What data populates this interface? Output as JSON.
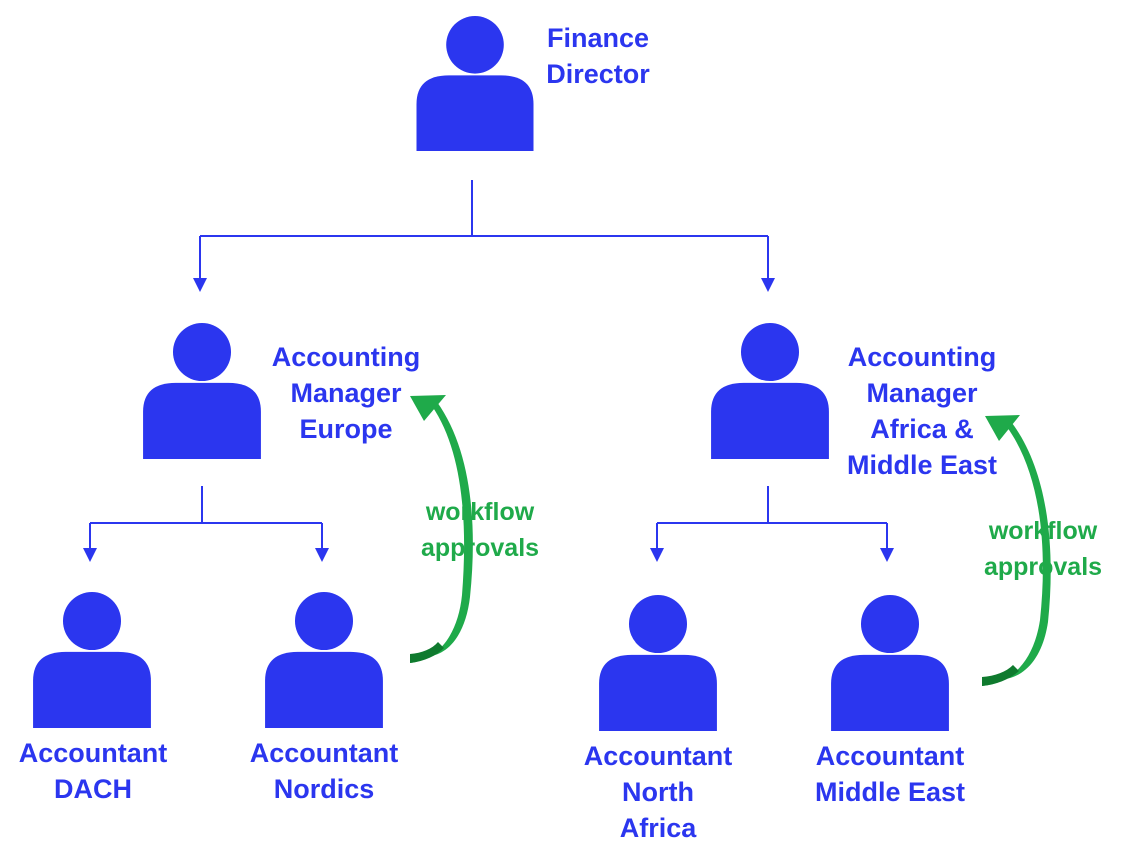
{
  "colors": {
    "primary": "#2b36ef",
    "approval": "#1faa4a",
    "approval_dark": "#0f7a2e",
    "background": "#ffffff"
  },
  "icons": {
    "person": "person-icon"
  },
  "nodes": {
    "finance_director": {
      "line1": "Finance",
      "line2": "Director"
    },
    "manager_europe": {
      "line1": "Accounting",
      "line2": "Manager",
      "line3": "Europe"
    },
    "manager_africa_me": {
      "line1": "Accounting",
      "line2": "Manager",
      "line3": "Africa &",
      "line4": "Middle East"
    },
    "accountant_dach": {
      "line1": "Accountant",
      "line2": "DACH"
    },
    "accountant_nordics": {
      "line1": "Accountant",
      "line2": "Nordics"
    },
    "accountant_north_africa": {
      "line1": "Accountant",
      "line2": "North",
      "line3": "Africa"
    },
    "accountant_middle_east": {
      "line1": "Accountant",
      "line2": "Middle East"
    }
  },
  "approvals": {
    "europe": {
      "line1": "workflow",
      "line2": "approvals"
    },
    "africa_me": {
      "line1": "workflow",
      "line2": "approvals"
    }
  }
}
